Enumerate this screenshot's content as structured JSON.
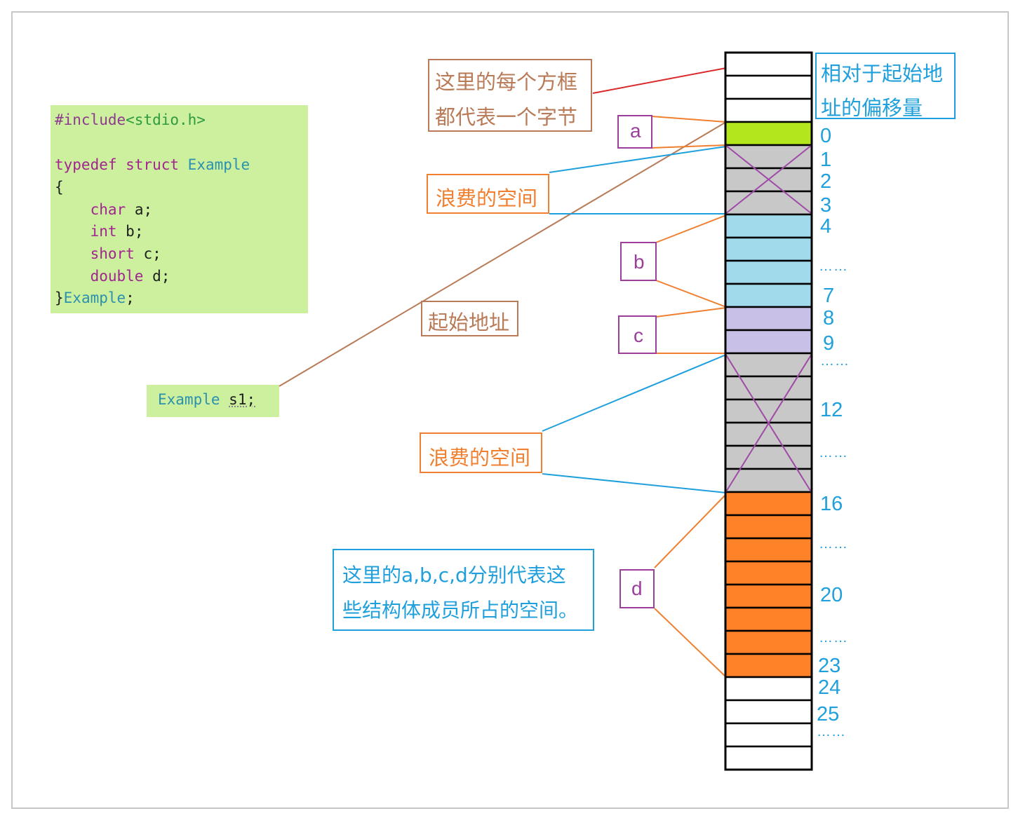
{
  "code": {
    "line1_a": "#include",
    "line1_b": "<stdio.h>",
    "line2_a": "typedef struct",
    "line2_b": "Example",
    "line3": "{",
    "line4_a": "char",
    "line4_b": "a;",
    "line5_a": "int",
    "line5_b": "b;",
    "line6_a": "short",
    "line6_b": "c;",
    "line7_a": "double",
    "line7_b": "d;",
    "line8_a": "}",
    "line8_b": "Example",
    "line8_c": ";",
    "decl_a": "Example",
    "decl_b": "s1;"
  },
  "labels": {
    "each_box_line1": "这里的每个方框",
    "each_box_line2": "都代表一个字节",
    "offset_title_line1": "相对于起始地",
    "offset_title_line2": "址的偏移量",
    "waste_1": "浪费的空间",
    "waste_2": "浪费的空间",
    "start_address": "起始地址",
    "members_line1": "这里的a,b,c,d分别代表这",
    "members_line2": "些结构体成员所占的空间。"
  },
  "members": {
    "a": "a",
    "b": "b",
    "c": "c",
    "d": "d"
  },
  "offsets": {
    "o0": "0",
    "o1": "1",
    "o2": "2",
    "o3": "3",
    "o4": "4",
    "o7": "7",
    "o8": "8",
    "o9": "9",
    "o12": "12",
    "o16": "16",
    "o20": "20",
    "o23": "23",
    "o24": "24",
    "o25": "25"
  },
  "ellipsis": "……",
  "colors": {
    "a": "#b4e61e",
    "padding": "#c8c8c8",
    "b": "#a0daeb",
    "c": "#c8c0e6",
    "d": "#ff8228",
    "empty": "#ffffff"
  }
}
